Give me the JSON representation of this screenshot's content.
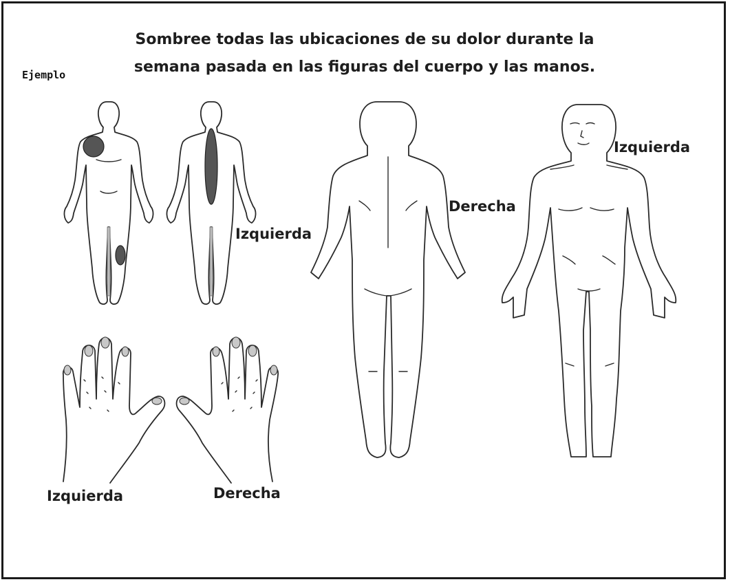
{
  "instructions": {
    "line1": "Sombree todas las ubicaciones de su dolor durante la",
    "line2": "semana pasada en las figuras del cuerpo y las manos."
  },
  "example_label": "Ejemplo",
  "labels": {
    "back_figure_left": "Izquierda",
    "back_figure_right": "Derecha",
    "front_figure_left": "Izquierda",
    "left_hand": "Izquierda",
    "right_hand": "Derecha"
  },
  "colors": {
    "ink": "#2a2a2a",
    "shading": "#555555",
    "border": "#1a1a1a"
  }
}
